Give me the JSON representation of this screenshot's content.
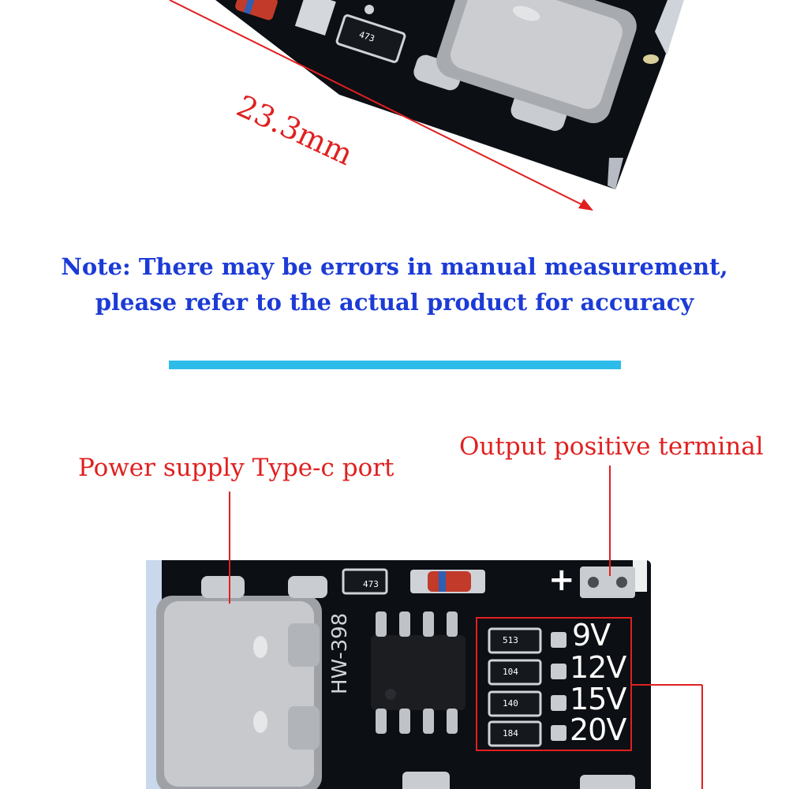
{
  "dimension": {
    "text": "23.3mm"
  },
  "note": {
    "line1": "Note: There may be errors in manual measurement,",
    "line2": "please refer to the actual product for accuracy"
  },
  "callouts": {
    "type_c": "Power supply Type-c port",
    "output_positive": "Output positive terminal"
  },
  "board": {
    "model": "HW-398",
    "top_marking": "473",
    "plus_sign": "+",
    "voltages": [
      "9V",
      "12V",
      "15V",
      "20V"
    ],
    "resistor_codes": [
      "513",
      "104",
      "140",
      "184"
    ]
  },
  "colors": {
    "divider": "#2bbcea",
    "label_red": "#e02020",
    "note_blue": "#1c3bd6",
    "pcb": "#0c0f14"
  }
}
